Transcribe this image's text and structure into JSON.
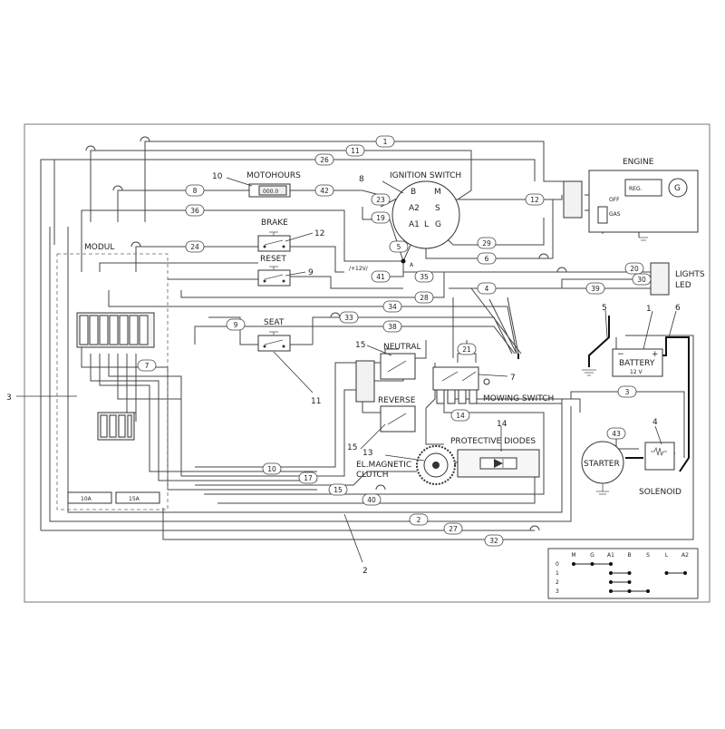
{
  "labels": {
    "ignition_switch": "IGNITION SWITCH",
    "engine": "ENGINE",
    "motohours": "MOTOHOURS",
    "motohours_display": "000.0",
    "brake": "BRAKE",
    "reset": "RESET",
    "seat": "SEAT",
    "modul": "MODUL",
    "neutral": "NEUTRAL",
    "reverse": "REVERSE",
    "mowing_switch": "MOWING SWITCH",
    "protective_diodes": "PROTECTIVE DIODES",
    "el_magnetic_clutch_1": "EL.MAGNETIC",
    "el_magnetic_clutch_2": "CLUTCH",
    "lights_1": "LIGHTS",
    "lights_2": "LED",
    "battery": "BATTERY",
    "battery_voltage": "12 V",
    "starter": "STARTER",
    "solenoid": "SOLENOID",
    "reg": "REG.",
    "gen": "G",
    "off": "OFF",
    "gas": "GAS",
    "plus12v": "/+12V/",
    "node_a": "A",
    "fuse_10a": "10A",
    "fuse_15a": "15A",
    "minus": "−",
    "plus": "+"
  },
  "ignition_terminals": {
    "b": "B",
    "m": "M",
    "a2": "A2",
    "s": "S",
    "a1": "A1",
    "l": "L",
    "g": "G"
  },
  "callouts": {
    "c1": "1",
    "c2": "2",
    "c3": "3",
    "c4": "4",
    "c5": "5",
    "c6": "6",
    "c7": "7",
    "c8": "8",
    "c9": "9",
    "c10": "10",
    "c11": "11",
    "c12": "12",
    "c13": "13",
    "c14": "14",
    "c15a": "15",
    "c15b": "15"
  },
  "wire_numbers": {
    "w1": "1",
    "w11": "11",
    "w26": "26",
    "w8": "8",
    "w42": "42",
    "w23": "23",
    "w19": "19",
    "w12": "12",
    "w36": "36",
    "w24": "24",
    "w29": "29",
    "w6": "6",
    "w5": "5",
    "w41": "41",
    "w35": "35",
    "w20": "20",
    "w30": "30",
    "w39": "39",
    "w4": "4",
    "w28": "28",
    "w34": "34",
    "w33": "33",
    "w38": "38",
    "w9": "9",
    "w7": "7",
    "w21": "21",
    "w3": "3",
    "w14": "14",
    "w43": "43",
    "w10": "10",
    "w17": "17",
    "w15": "15",
    "w40": "40",
    "w2": "2",
    "w27": "27",
    "w32": "32"
  },
  "truth_table": {
    "columns": [
      "M",
      "G",
      "A1",
      "B",
      "S",
      "L",
      "A2"
    ],
    "rows": [
      {
        "pos": "0",
        "connect": [
          [
            "M",
            "G",
            "A1"
          ]
        ]
      },
      {
        "pos": "1",
        "connect": [
          [
            "A1",
            "B"
          ],
          [
            "L",
            "A2"
          ]
        ]
      },
      {
        "pos": "2",
        "connect": [
          [
            "A1",
            "B"
          ]
        ]
      },
      {
        "pos": "3",
        "connect": [
          [
            "A1",
            "B",
            "S"
          ]
        ]
      }
    ]
  }
}
